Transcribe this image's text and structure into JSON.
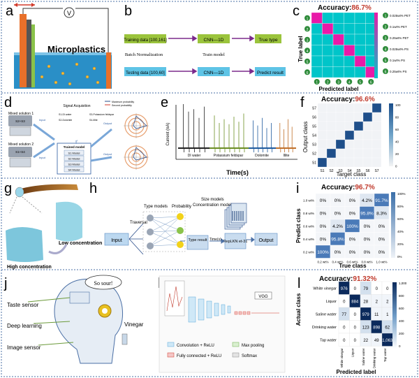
{
  "panels": {
    "a": {
      "letter": "a",
      "volt": "V",
      "title": "Microplastics"
    },
    "b": {
      "letter": "b",
      "train_data": "Training data [100,161]",
      "cnn1": "CNN—1D",
      "true_type": "True type",
      "batch_norm": "Batch Normalization",
      "train_model": "Train model",
      "test_data": "Testing data [100,60]",
      "cnn2": "CNN—1D",
      "predict": "Predict result"
    },
    "c": {
      "letter": "c",
      "accuracy_label": "Accuracy:",
      "accuracy_value": "86.7%",
      "ylabel": "True label",
      "xlabel": "Predicted label",
      "legend": [
        "0.025wt% PET",
        "0.1wt% PET",
        "0.25wt% PET",
        "0.025wt% PS",
        "0.1wt% PS",
        "0.25wt% PS"
      ],
      "row_labels": [
        "1",
        "2",
        "3",
        "4",
        "5",
        "6"
      ],
      "col_labels": [
        "1",
        "2",
        "3",
        "4",
        "5",
        "6"
      ]
    },
    "d": {
      "letter": "d",
      "mix1": "Mixed solution 1",
      "mix1_sub": "S2+S3",
      "mix2": "Mixed solution 2",
      "mix2_sub": "S1+S4",
      "signal": "Signal Acquisition",
      "s1": "S1-DI water",
      "s2": "S2-Dolomite",
      "s3": "S3-Potassium feldspar",
      "s4": "S4-Illite",
      "input": "Input",
      "output": "Output",
      "training": "Training",
      "trained": "Trained model",
      "models": [
        "S1 Model",
        "S2 Model",
        "S3 Model",
        "S4 Model"
      ],
      "legend1": "Maximum probability",
      "legend2": "Second probability"
    },
    "e": {
      "letter": "e",
      "ylabel": "Current (nA)",
      "xlabel": "Time(s)",
      "groups": [
        "DI water",
        "Potassium feldspar",
        "Dolomite",
        "Illite"
      ],
      "group_colors": [
        "#222222",
        "#6b8e23",
        "#1f5a9e",
        "#c0702a"
      ]
    },
    "f": {
      "letter": "f",
      "accuracy_label": "Accuracy:",
      "accuracy_value": "96.6%",
      "ylabel": "Output class",
      "xlabel": "Target class",
      "col_labels": [
        "S1",
        "S2",
        "S3",
        "S4",
        "S5",
        "S6",
        "S7"
      ],
      "row_labels": [
        "S7",
        "S6",
        "S5",
        "S4",
        "S3",
        "S2",
        "S1"
      ],
      "scale": [
        "100",
        "80",
        "60",
        "40",
        "20",
        "0"
      ]
    },
    "g": {
      "letter": "g",
      "low": "Low concentration",
      "high": "High concentration"
    },
    "h": {
      "letter": "h",
      "input": "Input",
      "traversal": "Traversal",
      "type_models": "Type models",
      "probability": "Probability",
      "size_models": "Size models",
      "conc_models": "Concentration models",
      "time": "Time(s)",
      "type_result": "Type result",
      "replknet": "RepLKN et-31",
      "output": "Output"
    },
    "i": {
      "letter": "i",
      "accuracy_label": "Accuracy:",
      "accuracy_value": "96.7%",
      "ylabel": "Predict class",
      "xlabel": "True class",
      "row_labels": [
        "1.0 wt%",
        "0.8 wt%",
        "0.6 wt%",
        "0.4 wt%",
        "0.2 wt%"
      ],
      "col_labels": [
        "0.2 wt%",
        "0.4 wt%",
        "0.6 wt%",
        "0.8 wt%",
        "1.0 wt%"
      ],
      "cells": [
        [
          "0%",
          "0%",
          "0%",
          "4.2%",
          "91.7%"
        ],
        [
          "0%",
          "0%",
          "0%",
          "95.8%",
          "8.3%"
        ],
        [
          "0%",
          "4.2%",
          "100%",
          "0%",
          "0%"
        ],
        [
          "0%",
          "95.8%",
          "0%",
          "0%",
          "0%"
        ],
        [
          "100%",
          "0%",
          "0%",
          "0%",
          "0%"
        ]
      ],
      "scale": [
        "100%",
        "80%",
        "60%",
        "40%",
        "20%",
        "0%"
      ]
    },
    "j": {
      "letter": "j",
      "bubble": "So sour!",
      "taste": "Taste sensor",
      "deep": "Deep learning",
      "image": "Image sensor",
      "vinegar": "Vinegar"
    },
    "k": {
      "letter": "k",
      "vgg": "VGG",
      "legend": [
        "Convolution + ReLU",
        "Fully connected + ReLU",
        "Max pooling",
        "Softmax"
      ]
    },
    "l": {
      "letter": "l",
      "accuracy_label": "Accuracy:",
      "accuracy_value": "91.32%",
      "ylabel": "Actual class",
      "xlabel": "Predicted label",
      "row_labels": [
        "White vinegar",
        "Liquor",
        "Saline water",
        "Drinking water",
        "Tap water"
      ],
      "col_labels": [
        "White vinegar",
        "Liquor",
        "Saline water",
        "Drinking water",
        "Tap water"
      ],
      "cells": [
        [
          "976",
          "0",
          "79",
          "0",
          "0"
        ],
        [
          "0",
          "884",
          "28",
          "2",
          "2"
        ],
        [
          "77",
          "0",
          "979",
          "11",
          "1"
        ],
        [
          "0",
          "0",
          "123",
          "898",
          "62"
        ],
        [
          "0",
          "0",
          "22",
          "49",
          "1,063"
        ]
      ],
      "scale": [
        "1,000",
        "800",
        "600",
        "400",
        "200",
        "0"
      ]
    }
  },
  "colors": {
    "accuracy_red": "#c0392b",
    "border_dots": "#4a6fa5",
    "heat_c": "#00c5c9",
    "heat_c_diag": "#e81aa8",
    "heat_blue_dark": "#1a3d78"
  }
}
